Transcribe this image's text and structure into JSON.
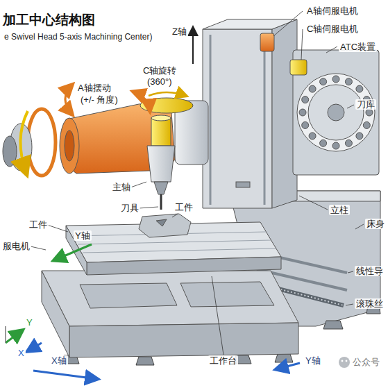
{
  "diagram": {
    "title": "加工中心结构图",
    "labels": [
      "e Swivel Head 5-axis Machining Center)",
      "Z轴",
      "A轴伺服电机",
      "C轴伺服电机",
      "ATC装置",
      "刀库",
      "A轴摆动",
      "(+/- 角度)",
      "C轴旋转",
      "(360°)",
      "主轴",
      "刀具",
      "工件",
      "立柱",
      "床身",
      "工件",
      "Y轴",
      "服电机",
      "线性导",
      "滚珠丝",
      "Y",
      "X",
      "X轴",
      "工作台",
      "Y轴",
      "公众号"
    ]
  }
}
